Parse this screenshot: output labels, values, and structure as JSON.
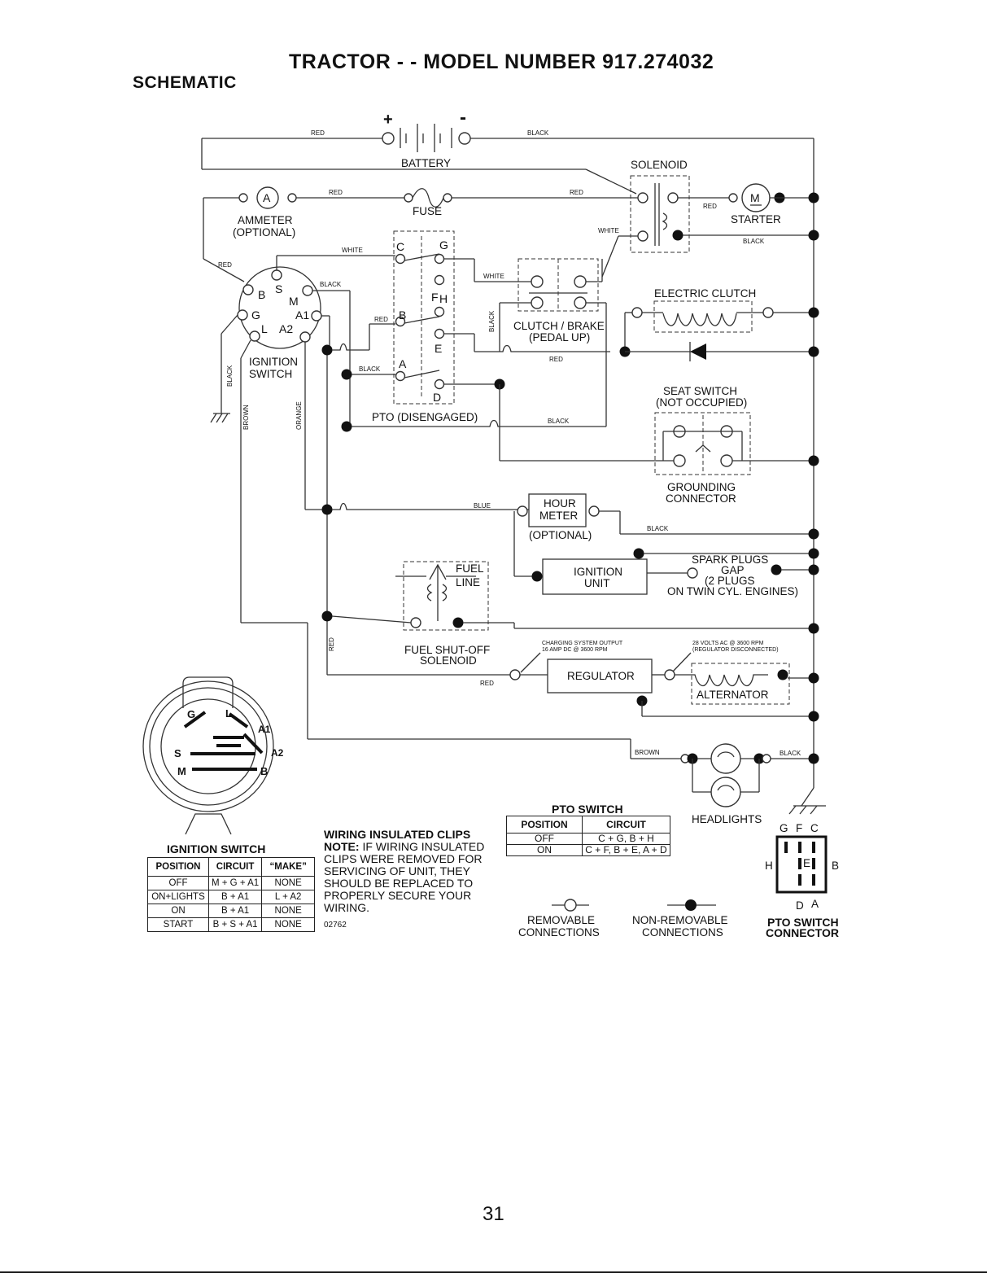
{
  "header": {
    "title": "TRACTOR - - MODEL NUMBER 917.274032",
    "subtitle": "SCHEMATIC"
  },
  "components": {
    "battery": "BATTERY",
    "plus": "+",
    "minus": "-",
    "ammeter": "AMMETER",
    "ammeter_optional": "(OPTIONAL)",
    "ammeter_symbol": "A",
    "fuse": "FUSE",
    "solenoid": "SOLENOID",
    "starter": "STARTER",
    "starter_symbol": "M",
    "ignition_switch": "IGNITION",
    "ignition_switch_2": "SWITCH",
    "pto": "PTO (DISENGAGED)",
    "clutch_brake": "CLUTCH / BRAKE",
    "clutch_brake_2": "(PEDAL UP)",
    "electric_clutch": "ELECTRIC CLUTCH",
    "seat_switch": "SEAT SWITCH",
    "seat_switch_2": "(NOT OCCUPIED)",
    "grounding": "GROUNDING",
    "grounding_2": "CONNECTOR",
    "hour_meter": "HOUR",
    "hour_meter_2": "METER",
    "hour_meter_optional": "(OPTIONAL)",
    "spark_plugs": "SPARK PLUGS",
    "gap": "GAP",
    "plugs_2": "(2 PLUGS",
    "plugs_3": "ON TWIN CYL. ENGINES)",
    "ignition_unit": "IGNITION",
    "ignition_unit_2": "UNIT",
    "fuel_line": "FUEL",
    "fuel_line_2": "LINE",
    "fuel_solenoid": "FUEL SHUT-OFF",
    "fuel_solenoid_2": "SOLENOID",
    "regulator": "REGULATOR",
    "alternator": "ALTERNATOR",
    "charging_output": "CHARGING SYSTEM OUTPUT",
    "charging_output_2": "16 AMP DC @ 3600 RPM",
    "volts_ac": "28 VOLTS AC @ 3600 RPM",
    "volts_ac_2": "(REGULATOR DISCONNECTED)",
    "headlights": "HEADLIGHTS"
  },
  "terminals": {
    "ign_b": "B",
    "ign_s": "S",
    "ign_m": "M",
    "ign_g": "G",
    "ign_a1": "A1",
    "ign_l": "L",
    "ign_a2": "A2",
    "pto_c": "C",
    "pto_g": "G",
    "pto_f": "F",
    "pto_h": "H",
    "pto_b": "B",
    "pto_e": "E",
    "pto_a": "A",
    "pto_d": "D"
  },
  "wires": {
    "red": "RED",
    "black": "BLACK",
    "white": "WHITE",
    "brown": "BROWN",
    "orange": "ORANGE",
    "blue": "BLUE"
  },
  "ignition_switch_face": {
    "g": "G",
    "l": "L",
    "a1": "A1",
    "a2": "A2",
    "s": "S",
    "m": "M",
    "b": "B"
  },
  "ignition_table": {
    "title": "IGNITION SWITCH",
    "headers": [
      "POSITION",
      "CIRCUIT",
      "“MAKE”"
    ],
    "rows": [
      [
        "OFF",
        "M + G + A1",
        "NONE"
      ],
      [
        "ON+LIGHTS",
        "B + A1",
        "L + A2"
      ],
      [
        "ON",
        "B + A1",
        "NONE"
      ],
      [
        "START",
        "B + S + A1",
        "NONE"
      ]
    ]
  },
  "notes": {
    "heading": "WIRING INSULATED CLIPS",
    "note_label": "NOTE:",
    "note_text": "IF WIRING INSULATED CLIPS WERE REMOVED FOR SERVICING OF UNIT, THEY SHOULD BE REPLACED TO PROPERLY SECURE YOUR WIRING.",
    "code": "02762"
  },
  "pto_table": {
    "title": "PTO SWITCH",
    "headers": [
      "POSITION",
      "CIRCUIT"
    ],
    "rows": [
      [
        "OFF",
        "C + G, B + H"
      ],
      [
        "ON",
        "C + F, B + E, A + D"
      ]
    ]
  },
  "legend": {
    "removable": "REMOVABLE",
    "removable_2": "CONNECTIONS",
    "non_removable": "NON-REMOVABLE",
    "non_removable_2": "CONNECTIONS"
  },
  "pto_connector": {
    "title": "PTO SWITCH",
    "title_2": "CONNECTOR",
    "g": "G",
    "f": "F",
    "c": "C",
    "h": "H",
    "e": "E",
    "b": "B",
    "d": "D",
    "a": "A"
  },
  "page": {
    "number": "31"
  }
}
